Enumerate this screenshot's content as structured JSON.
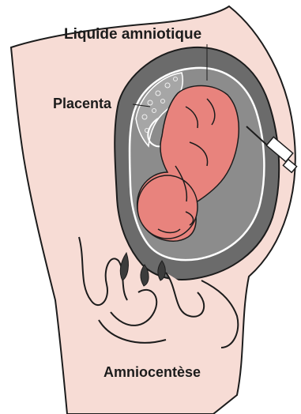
{
  "labels": {
    "amniotic_fluid": "Liquide amniotique",
    "placenta": "Placenta",
    "procedure": "Amniocentèse"
  },
  "colors": {
    "skin": "#f7dcd5",
    "uterus": "#6b6b6b",
    "amniotic_sac": "#8c8c8c",
    "fetus": "#e8837d",
    "outline": "#1c1c1c",
    "background": "#ffffff"
  },
  "icons": [
    "syringe-icon"
  ]
}
